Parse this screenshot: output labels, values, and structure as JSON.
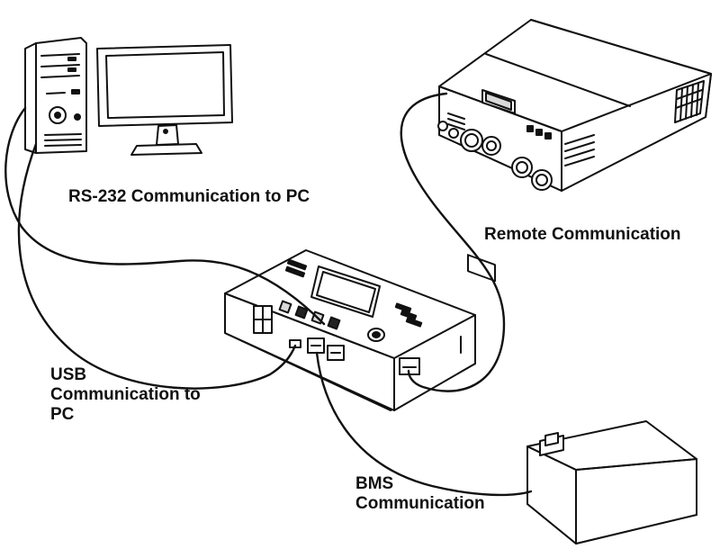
{
  "labels": {
    "rs232": "RS-232 Communication to PC",
    "remote": "Remote Communication",
    "usb": [
      "USB",
      "Communication to",
      "PC"
    ],
    "bms": [
      "BMS",
      "Communication"
    ]
  },
  "colors": {
    "line": "#111111",
    "background": "#ffffff",
    "fill_light": "#ffffff",
    "fill_gray": "#d9d9d9",
    "fill_dark": "#222222"
  }
}
